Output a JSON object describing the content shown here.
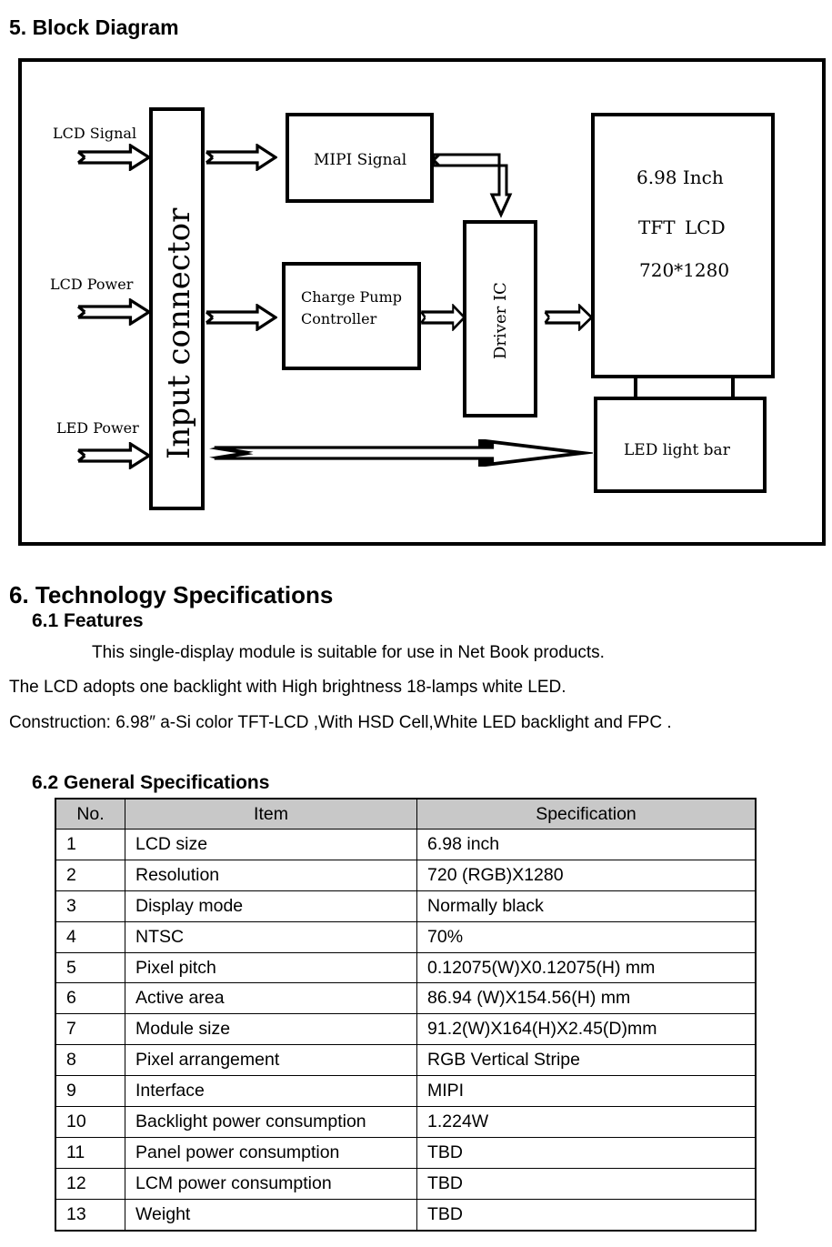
{
  "section5": {
    "heading": "5. Block Diagram"
  },
  "diagram": {
    "inputs": {
      "lcd_signal": "LCD Signal",
      "lcd_power": "LCD Power",
      "led_power": "LED Power"
    },
    "input_connector": "Input connector",
    "mipi_signal": "MIPI Signal",
    "charge_pump": {
      "line1": "Charge Pump",
      "line2": "Controller"
    },
    "driver_ic": "Driver IC",
    "lcd_panel": {
      "line1": "6.98 Inch",
      "line2_a": "TFT",
      "line2_b": "LCD",
      "line3": "720*1280"
    },
    "led_light_bar": "LED light bar"
  },
  "section6": {
    "heading": "6. Technology Specifications",
    "features_heading": "6.1 Features",
    "features_lines": [
      "This single-display module is suitable for use in Net Book products.",
      "The LCD adopts one backlight with High brightness 18-lamps white LED.",
      "Construction: 6.98″   a-Si color TFT-LCD ,With HSD Cell,White LED backlight and FPC ."
    ],
    "general_heading": "6.2 General Specifications"
  },
  "spec_table": {
    "headers": {
      "no": "No.",
      "item": "Item",
      "spec": "Specification"
    },
    "rows": [
      {
        "no": "1",
        "item": "LCD size",
        "spec": "6.98 inch"
      },
      {
        "no": "2",
        "item": "Resolution",
        "spec": "720 (RGB)X1280"
      },
      {
        "no": "3",
        "item": "Display mode",
        "spec": "Normally black"
      },
      {
        "no": "4",
        "item": "NTSC",
        "spec": "70%"
      },
      {
        "no": "5",
        "item": "Pixel pitch",
        "spec": "0.12075(W)X0.12075(H) mm"
      },
      {
        "no": "6",
        "item": "Active area",
        "spec": "86.94 (W)X154.56(H) mm"
      },
      {
        "no": "7",
        "item": "Module size",
        "spec": "91.2(W)X164(H)X2.45(D)mm"
      },
      {
        "no": "8",
        "item": "Pixel arrangement",
        "spec": "RGB Vertical Stripe"
      },
      {
        "no": "9",
        "item": "Interface",
        "spec": "MIPI"
      },
      {
        "no": "10",
        "item": "Backlight power consumption",
        "spec": "1.224W"
      },
      {
        "no": "11",
        "item": "Panel power consumption",
        "spec": "TBD"
      },
      {
        "no": "12",
        "item": "LCM power consumption",
        "spec": "TBD"
      },
      {
        "no": "13",
        "item": "Weight",
        "spec": "TBD"
      }
    ]
  }
}
